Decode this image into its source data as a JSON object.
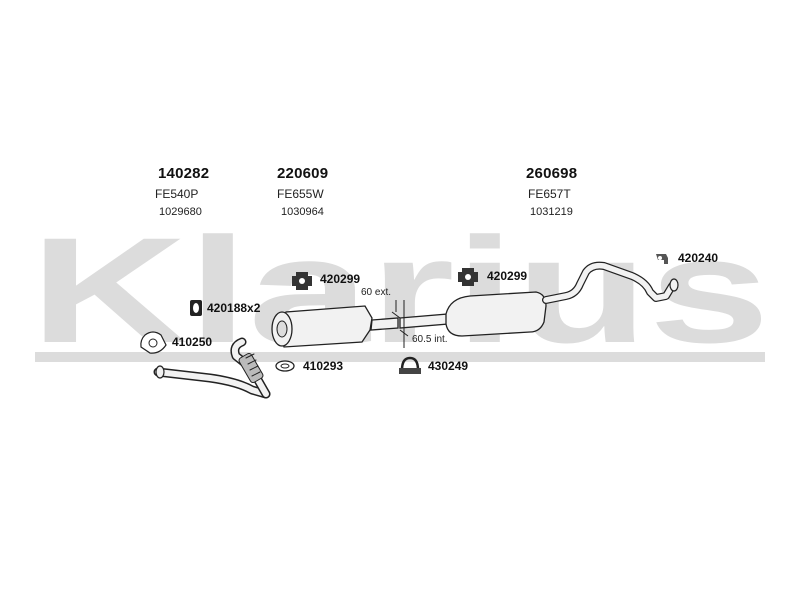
{
  "watermark": {
    "text": "Klarius",
    "color": "#d9d9d9"
  },
  "groups": [
    {
      "part_no": "140282",
      "code": "FE540P",
      "ref": "1029680"
    },
    {
      "part_no": "220609",
      "code": "FE655W",
      "ref": "1030964"
    },
    {
      "part_no": "260698",
      "code": "FE657T",
      "ref": "1031219"
    }
  ],
  "callouts": {
    "mount_front": "420299",
    "mount_rear": "420299",
    "hanger": "420240",
    "gasket_pair": "420188x2",
    "gasket_flange": "410250",
    "ring_gasket": "410293",
    "clamp": "430249"
  },
  "measurements": {
    "ext": "60 ext.",
    "int": "60.5 int."
  },
  "icons": {
    "mount": "rubber-mount-icon",
    "hanger": "exhaust-hanger-icon",
    "gasket": "flange-gasket-icon",
    "ring": "ring-gasket-icon",
    "clamp": "pipe-clamp-icon"
  },
  "colors": {
    "part_fill": "#f2f2f2",
    "part_stroke": "#222222",
    "mount_fill": "#333333"
  }
}
